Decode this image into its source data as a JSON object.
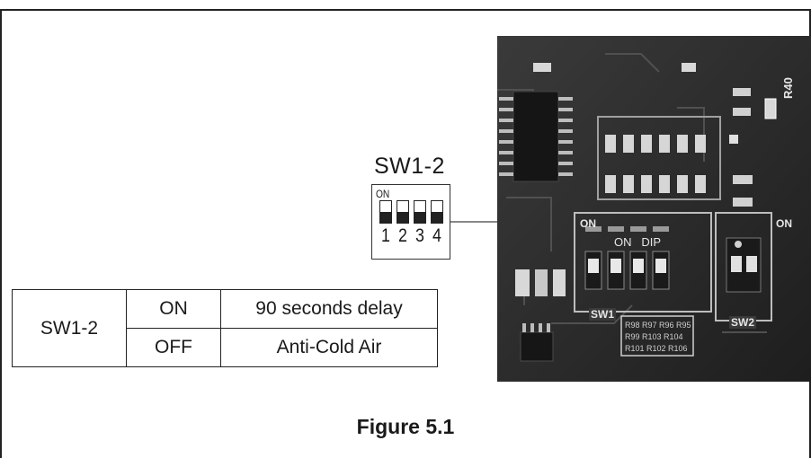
{
  "switch_label": "SW1-2",
  "dip": {
    "on_label": "ON",
    "numbers": [
      "1",
      "2",
      "3",
      "4"
    ]
  },
  "table": {
    "group": "SW1-2",
    "rows": [
      {
        "state": "ON",
        "description": "90 seconds delay"
      },
      {
        "state": "OFF",
        "description": "Anti-Cold Air"
      }
    ]
  },
  "pcb": {
    "dip_on": "ON",
    "dip_text": "ON   DIP",
    "sw1_label": "SW1",
    "sw2_label": "SW2",
    "right_on": "ON",
    "r40": "R40"
  },
  "caption": "Figure 5.1"
}
